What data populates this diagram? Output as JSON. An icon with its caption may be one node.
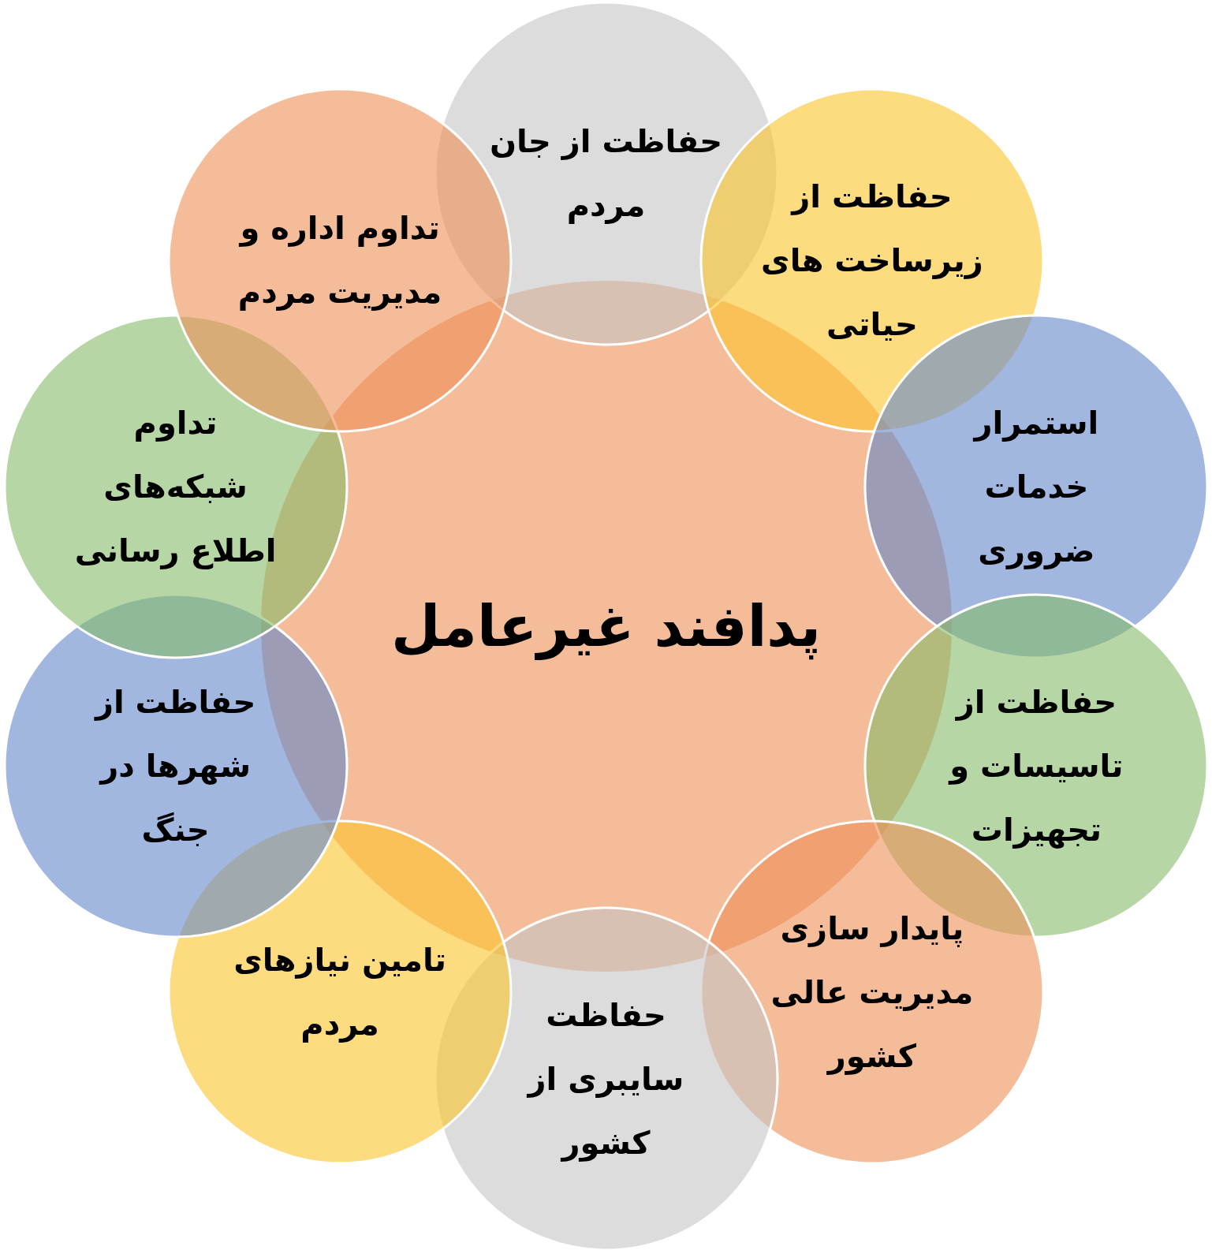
{
  "diagram": {
    "nodes": [
      {
        "text": [
          "پدافند غیرعامل"
        ]
      },
      {
        "text": [
          "حفاظت از جان مردم"
        ]
      },
      {
        "text": [
          "حفاظت از زیرساخت های حیاتی"
        ]
      },
      {
        "text": [
          "استمرار خدمات ضروری"
        ]
      },
      {
        "text": [
          "حفاظت از تاسیسات و تجهیزات"
        ]
      },
      {
        "text": [
          "پایدار سازی مدیریت عالی کشور"
        ]
      },
      {
        "text": [
          "حفاظت سایبری از کشور"
        ]
      },
      {
        "text": [
          "تامین نیازهای مردم"
        ]
      },
      {
        "text": [
          "حفاظت از شهرها در جنگ"
        ]
      },
      {
        "text": [
          "تداوم شبکه‌های اطلاع رسانی"
        ]
      },
      {
        "text": [
          "تداوم اداره و مدیریت مردم"
        ]
      }
    ]
  }
}
